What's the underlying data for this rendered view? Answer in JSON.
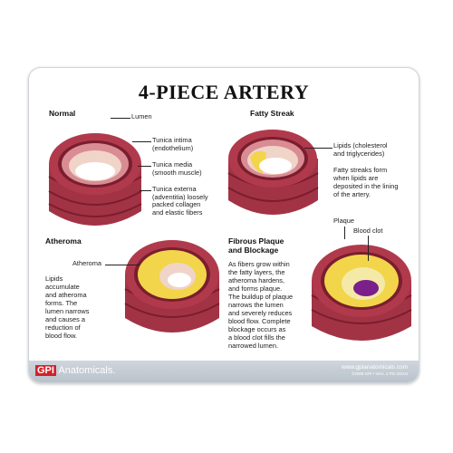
{
  "title": "4-PIECE ARTERY",
  "sections": {
    "normal": {
      "heading": "Normal",
      "labels": {
        "lumen": "Lumen",
        "intima": "Tunica intima\n(endothelium)",
        "media": "Tunica media\n(smooth muscle)",
        "externa": "Tunica externa\n(adventitia) loosely\npacked collagen\nand elastic fibers"
      }
    },
    "fatty_streak": {
      "heading": "Fatty Streak",
      "label": "Lipids (cholesterol\nand triglycerides)",
      "description": "Fatty streaks form\nwhen lipids are\ndeposited in the lining\nof the artery."
    },
    "atheroma": {
      "heading": "Atheroma",
      "label": "Atheroma",
      "description": "Lipids\naccumulate\nand atheroma\nforms. The\nlumen narrows\nand causes a\nreduction of\nblood flow."
    },
    "fibrous": {
      "heading": "Fibrous Plaque\nand Blockage",
      "plaque_label": "Plaque",
      "clot_label": "Blood clot",
      "description": "As fibers grow within\nthe fatty layers, the\natheroma hardens,\nand forms plaque.\nThe buildup of plaque\nnarrows the lumen\nand severely reduces\nblood flow. Complete\nblockage occurs as\na blood clot fills the\nnarrowed lumen."
    }
  },
  "footer": {
    "brand_prefix": "GPI",
    "brand_suffix": "Anatomicals.",
    "url": "www.gpianatomicals.com",
    "copyright": "©2008 GPI • Vers. 2 PG 03104"
  },
  "colors": {
    "vessel_outer": "#b03a4c",
    "vessel_dark": "#7a1e2e",
    "lining": "#e8b9a8",
    "fat": "#f2d54a",
    "clot": "#7b1f8a",
    "footer": "#c3cbd3",
    "brand_red": "#d2232a"
  }
}
